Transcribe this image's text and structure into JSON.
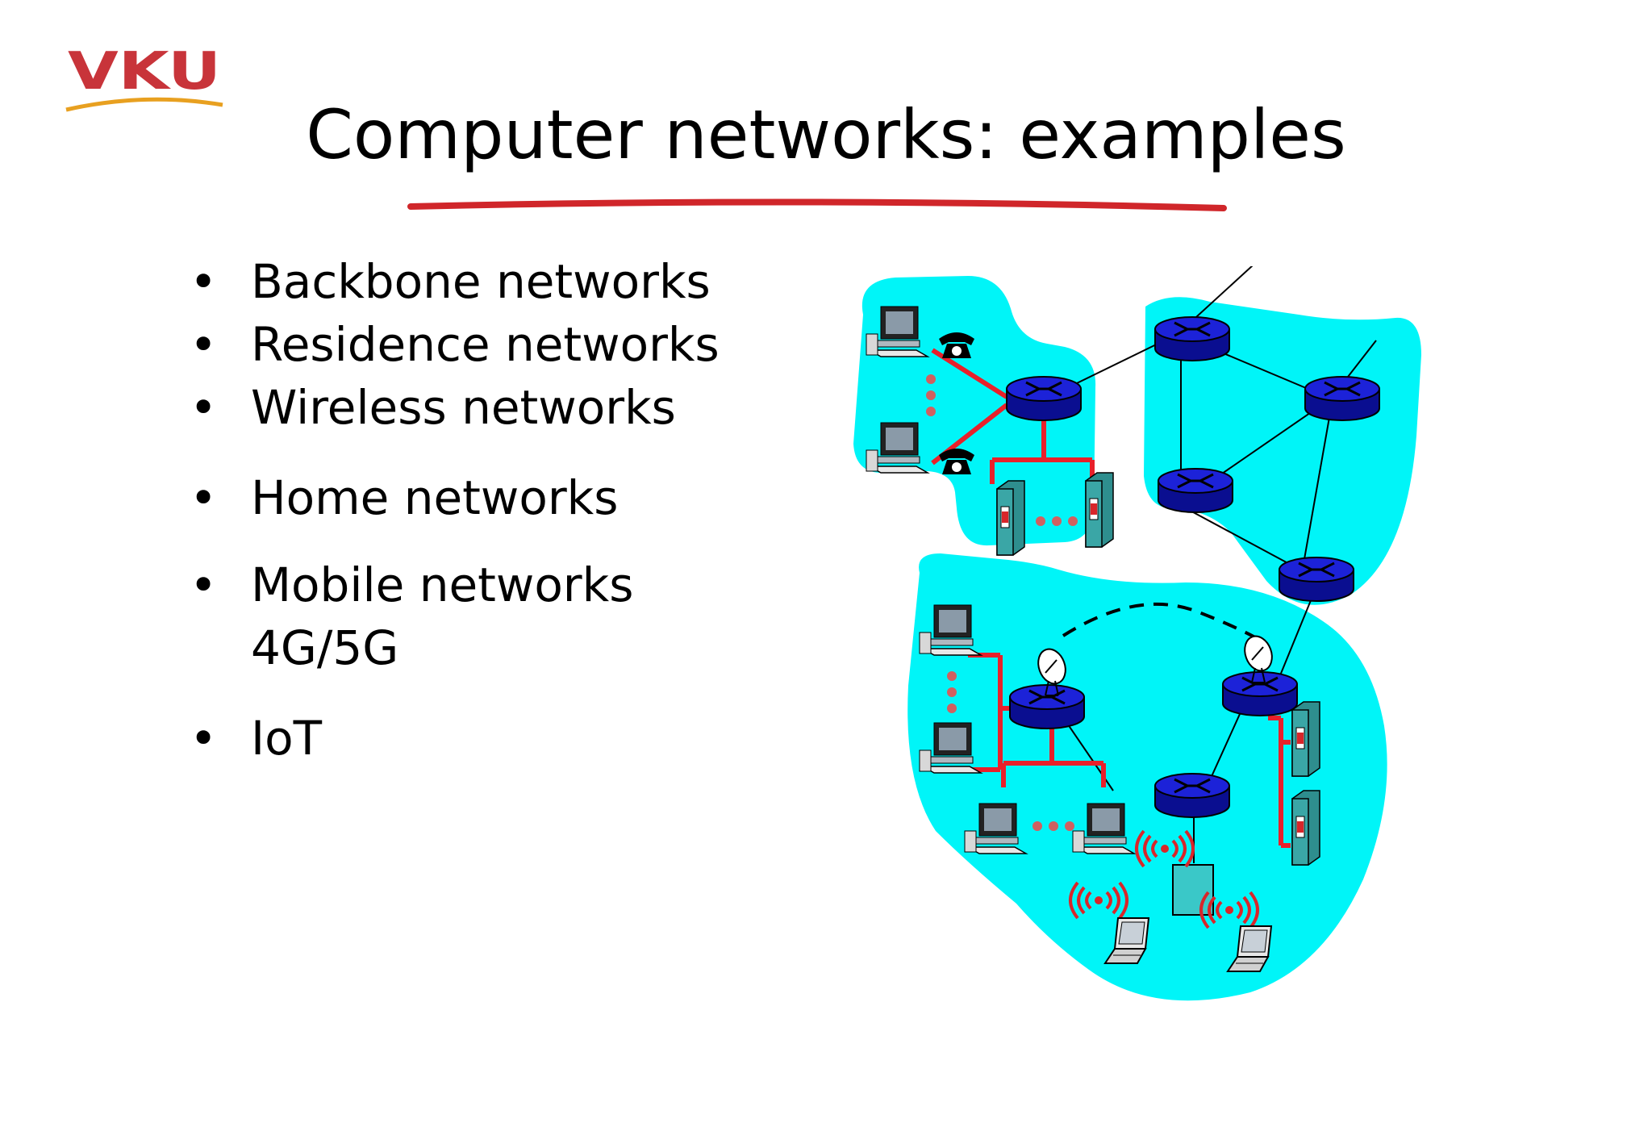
{
  "logo": {
    "text": "VKU"
  },
  "title": "Computer networks: examples",
  "bullets": [
    {
      "label": "Backbone networks"
    },
    {
      "label": "Residence networks"
    },
    {
      "label": "Wireless networks"
    },
    {
      "label": "Home networks"
    },
    {
      "label": "Mobile networks",
      "sub": "4G/5G"
    },
    {
      "label": "IoT"
    }
  ],
  "colors": {
    "region_fill": "#00f5f8",
    "router_top": "#1c22d8",
    "router_side": "#0a0e90",
    "access_link": "#e8202a",
    "server": "#3aa6a6",
    "underline": "#d0262a",
    "logo_v": "#c8343a",
    "logo_k": "#e8a020",
    "logo_u": "#2a3c9a"
  }
}
